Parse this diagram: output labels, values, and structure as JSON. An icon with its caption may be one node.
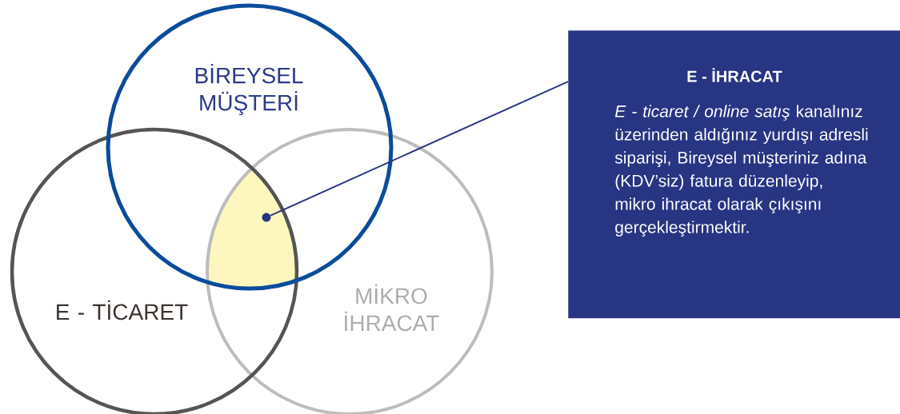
{
  "diagram": {
    "nodes": [
      {
        "text": [
          "BİREYSEL MÜŞTERİ"
        ]
      },
      {
        "text": [
          "E - TİCARET"
        ]
      },
      {
        "text": [
          "MİKRO İHRACAT"
        ]
      },
      {
        "text": [],
        "shape": "lens"
      },
      {
        "text": [
          "E - İHRACAT",
          "*E - ticaret / online satış* kanalınız üzerinden aldığınız yurdışı adresli siparişi, Bireysel müşteriniz adına (KDV’siz) fatura düzenleyip, mikro ihracat olarak çıkışını gerçekleştirmektir."
        ]
      }
    ],
    "edges": [
      {
        "from": 4,
        "to": 3,
        "arrow": "none"
      }
    ]
  }
}
